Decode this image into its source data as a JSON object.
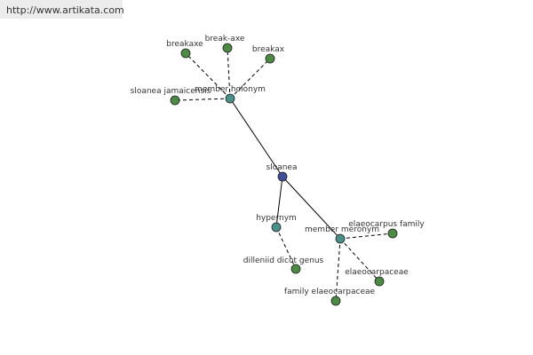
{
  "header": {
    "url": "http://www.artikata.com"
  },
  "colors": {
    "center": "#3f4f97",
    "relation": "#4a9089",
    "word": "#4c8a45"
  },
  "graph": {
    "center": {
      "label": "sloanea"
    },
    "relations": {
      "member_holonym": "member holonym",
      "hypernym": "hypernym",
      "member_meronym": "member meronym"
    },
    "words": {
      "breakaxe": "breakaxe",
      "break_axe": "break-axe",
      "breakax": "breakax",
      "sloanea_jamaicensis": "sloanea jamaicensis",
      "dilleniid_dicot_genus": "dilleniid dicot genus",
      "elaeocarpus_family": "elaeocarpus  family",
      "elaeocarpaceae": "elaeocarpaceae",
      "family_elaeocarpaceae": "family elaeocarpaceae"
    }
  }
}
